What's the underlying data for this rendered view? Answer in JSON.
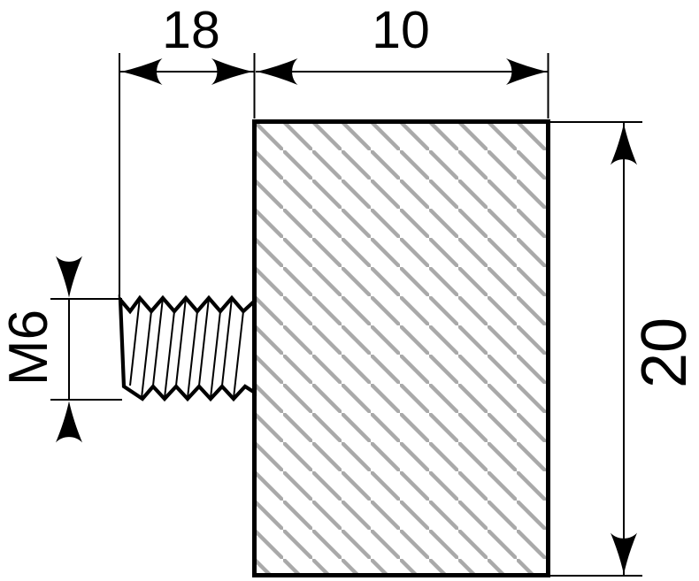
{
  "drawing": {
    "dimensions": {
      "thread_length": "18",
      "body_width": "10",
      "body_height": "20",
      "thread_spec": "M6"
    },
    "colors": {
      "line": "#000000",
      "hatch": "#a9a9a9",
      "background": "#ffffff"
    }
  }
}
